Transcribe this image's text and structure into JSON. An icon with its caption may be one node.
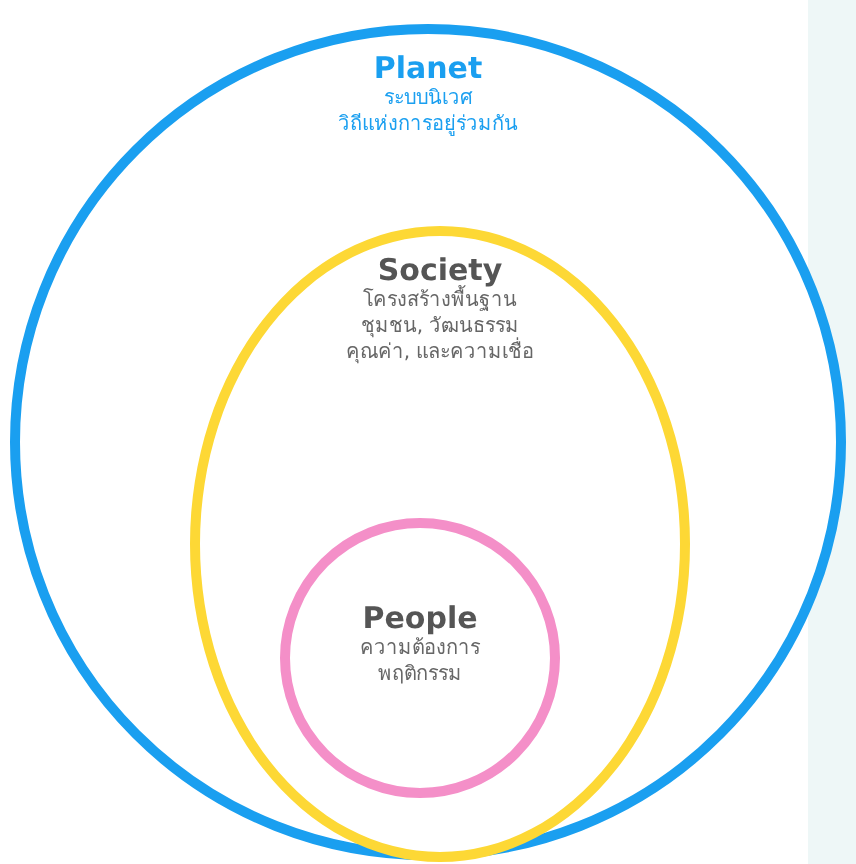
{
  "diagram": {
    "nodes": [
      {
        "text": [
          "Planet",
          "ระบบนิเวศ",
          "วิถีแห่งการอยู่ร่วมกัน"
        ]
      },
      {
        "text": [
          "Society",
          "โครงสร้างพื้นฐาน",
          "ชุมชน, วัฒนธรรม",
          "คุณค่า, และความเชื่อ"
        ],
        "in": 0
      },
      {
        "text": [
          "People",
          "ความต้องการ",
          "พฤติกรรม"
        ],
        "in": 1
      }
    ]
  }
}
